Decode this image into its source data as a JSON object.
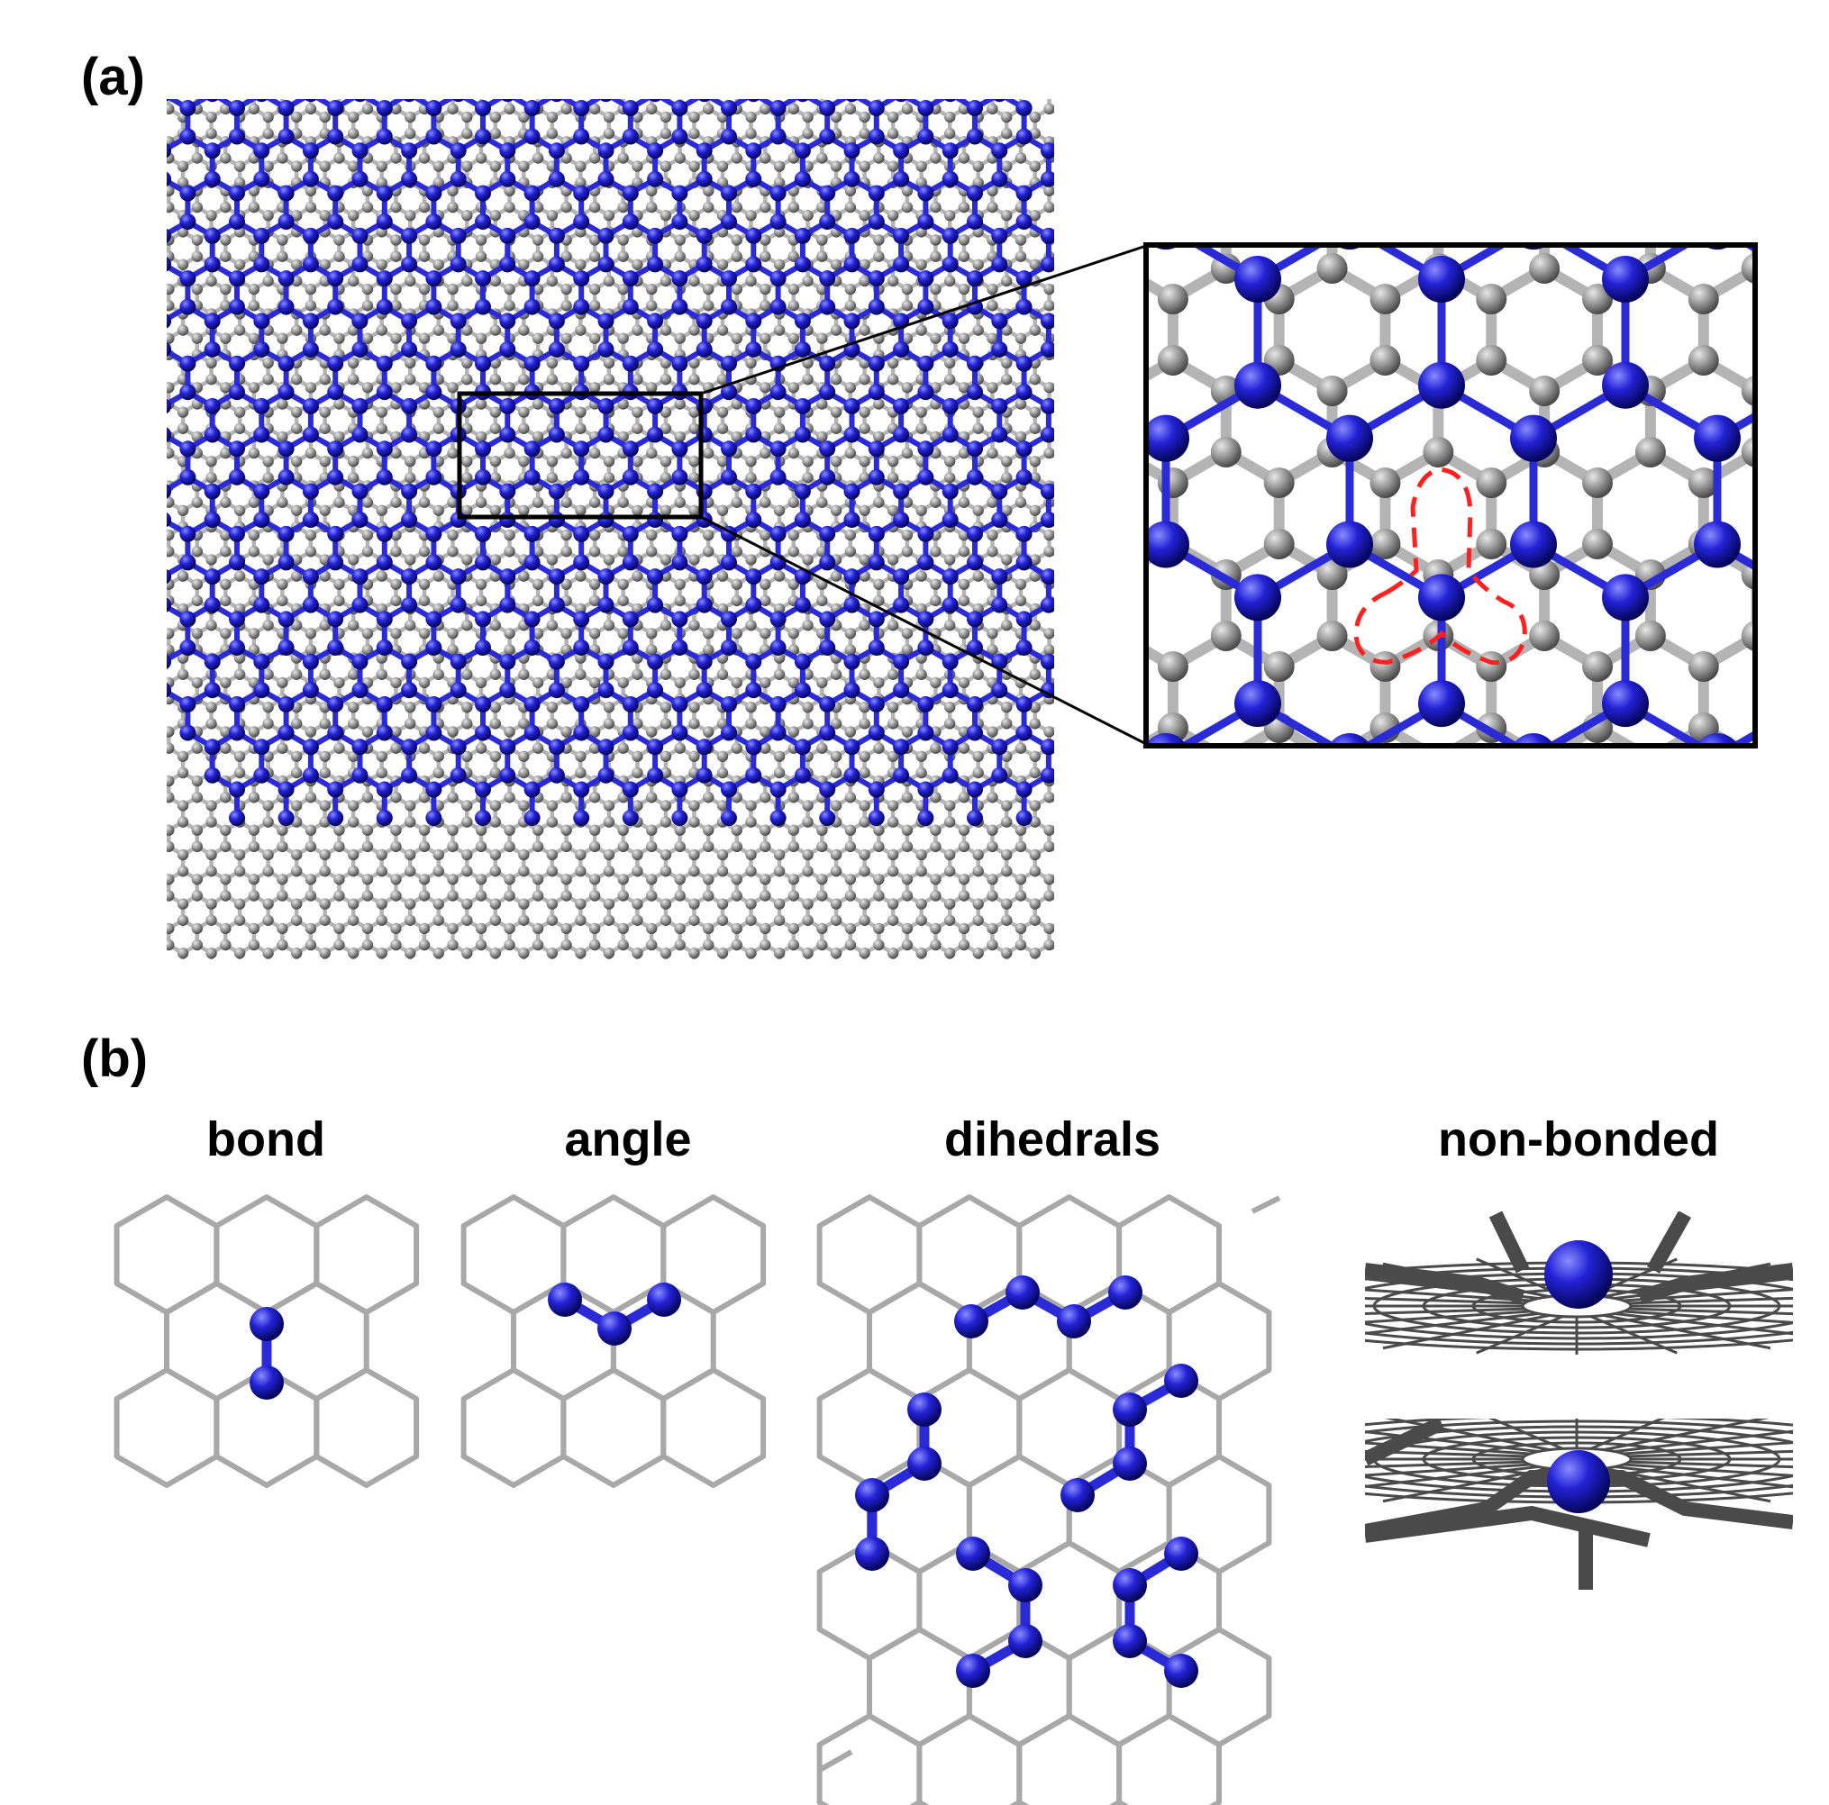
{
  "panel_a": {
    "label": "(a)"
  },
  "panel_b": {
    "label": "(b)",
    "terms": [
      {
        "label": "bond"
      },
      {
        "label": "angle"
      },
      {
        "label": "dihedrals"
      },
      {
        "label": "non-bonded"
      }
    ]
  },
  "colors": {
    "cg_bead": "#1a18c8",
    "cg_bond": "#2a2ad6",
    "atom": "#8c8c8c",
    "atom_bond": "#b4b4b4",
    "mapping_outline": "#ff2020",
    "lattice_line": "#a8a8a8",
    "sheet_dark": "#4a4a4a"
  }
}
